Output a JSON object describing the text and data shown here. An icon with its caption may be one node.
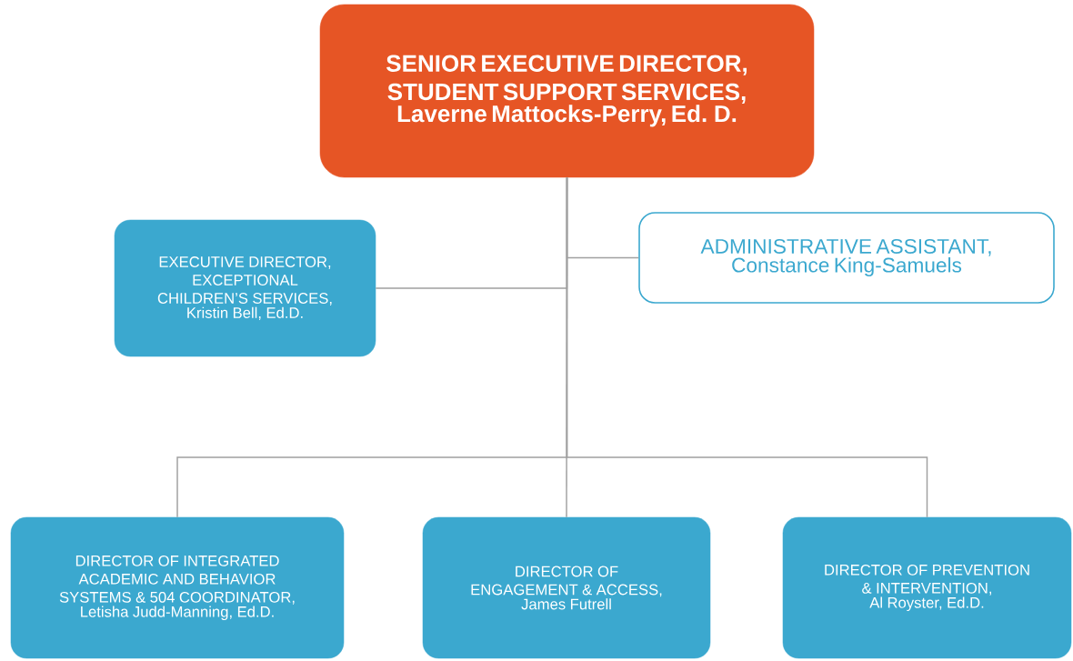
{
  "diagram": {
    "nodes": [
      {
        "text": [
          "SENIOR EXECUTIVE DIRECTOR, STUDENT SUPPORT SERVICES,",
          "Laverne Mattocks-Perry, Ed. D."
        ]
      },
      {
        "text": [
          "EXECUTIVE DIRECTOR, EXCEPTIONAL CHILDREN’S SERVICES,",
          "Kristin Bell, Ed.D."
        ]
      },
      {
        "text": [
          "ADMINISTRATIVE ASSISTANT,",
          "Constance King-Samuels"
        ]
      },
      {
        "text": [
          "DIRECTOR OF INTEGRATED ACADEMIC AND BEHAVIOR SYSTEMS & 504 COORDINATOR,",
          "Letisha Judd-Manning, Ed.D."
        ]
      },
      {
        "text": [
          "DIRECTOR OF ENGAGEMENT & ACCESS,",
          "James Futrell"
        ]
      },
      {
        "text": [
          "DIRECTOR OF PREVENTION & INTERVENTION,",
          "Al Royster, Ed.D."
        ]
      }
    ],
    "edges": [
      {
        "from": 0,
        "to": 1,
        "arrow": "none"
      },
      {
        "from": 0,
        "to": 2,
        "arrow": "none"
      },
      {
        "from": 0,
        "to": 3,
        "arrow": "none"
      },
      {
        "from": 0,
        "to": 4,
        "arrow": "none"
      },
      {
        "from": 0,
        "to": 5,
        "arrow": "none"
      }
    ]
  }
}
